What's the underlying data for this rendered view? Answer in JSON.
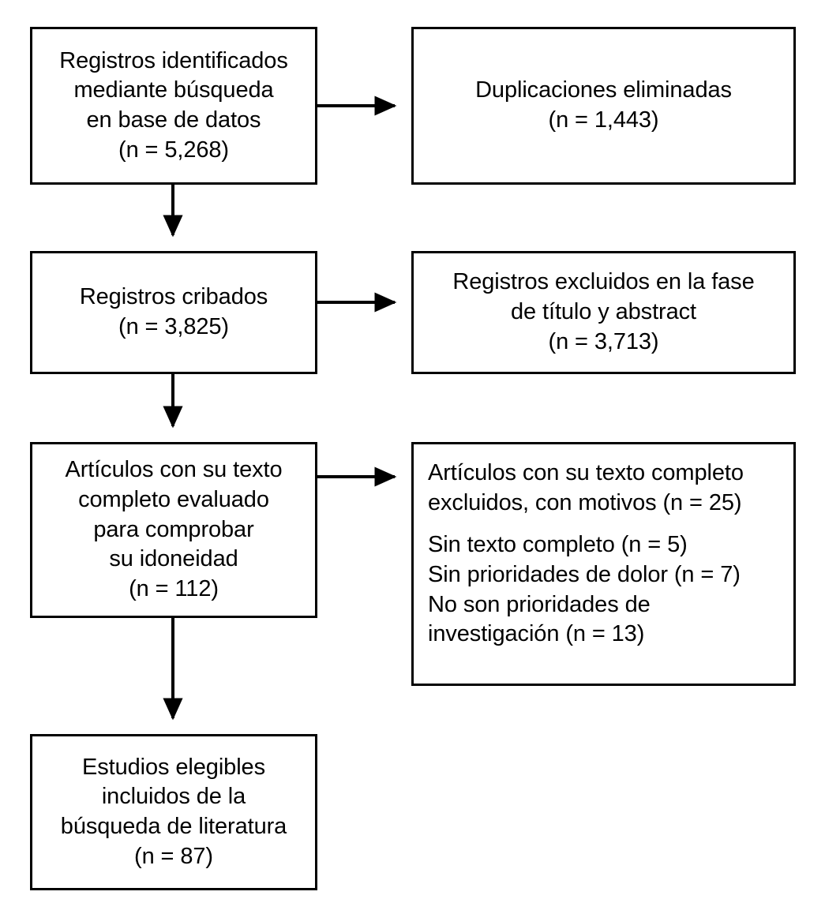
{
  "diagram": {
    "title": "PRISMA flow diagram",
    "language": "es",
    "stroke_color": "#000000",
    "background_color": "#ffffff"
  },
  "nodes": {
    "identified": {
      "name": "records-identified",
      "lines": [
        "Registros identificados",
        "mediante búsqueda",
        "en base de datos",
        "(n = 5,268)"
      ],
      "count": "5,268"
    },
    "duplicates": {
      "name": "duplicates-removed",
      "lines": [
        "Duplicaciones eliminadas",
        "(n = 1,443)"
      ],
      "count": "1,443"
    },
    "screened": {
      "name": "records-screened",
      "lines": [
        "Registros cribados",
        "(n = 3,825)"
      ],
      "count": "3,825"
    },
    "excluded_title_abstract": {
      "name": "records-excluded-title-abstract",
      "lines": [
        "Registros excluidos en la fase",
        "de título y abstract",
        "(n = 3,713)"
      ],
      "count": "3,713"
    },
    "fulltext_assessed": {
      "name": "fulltext-assessed",
      "lines": [
        "Artículos con su texto",
        "completo evaluado",
        "para comprobar",
        "su idoneidad",
        "(n = 112)"
      ],
      "count": "112"
    },
    "fulltext_excluded": {
      "name": "fulltext-excluded-with-reasons",
      "lines": [
        "Artículos con su texto completo",
        "excluidos, con motivos (n = 25)",
        "",
        "Sin texto completo (n = 5)",
        "Sin prioridades de dolor (n = 7)",
        "No son prioridades de",
        "investigación (n = 13)"
      ],
      "count": "25",
      "reasons": [
        {
          "label": "Sin texto completo",
          "count": "5"
        },
        {
          "label": "Sin prioridades de dolor",
          "count": "7"
        },
        {
          "label": "No son prioridades de investigación",
          "count": "13"
        }
      ]
    },
    "included": {
      "name": "studies-included",
      "lines": [
        "Estudios elegibles",
        "incluidos de la",
        "búsqueda de literatura",
        "(n = 87)"
      ],
      "count": "87"
    }
  },
  "connectors": [
    {
      "name": "identified-to-duplicates",
      "direction": "right"
    },
    {
      "name": "identified-to-screened",
      "direction": "down"
    },
    {
      "name": "screened-to-excluded-title-abstract",
      "direction": "right"
    },
    {
      "name": "screened-to-fulltext",
      "direction": "down"
    },
    {
      "name": "fulltext-to-fulltext-excluded",
      "direction": "right"
    },
    {
      "name": "fulltext-to-included",
      "direction": "down"
    }
  ]
}
